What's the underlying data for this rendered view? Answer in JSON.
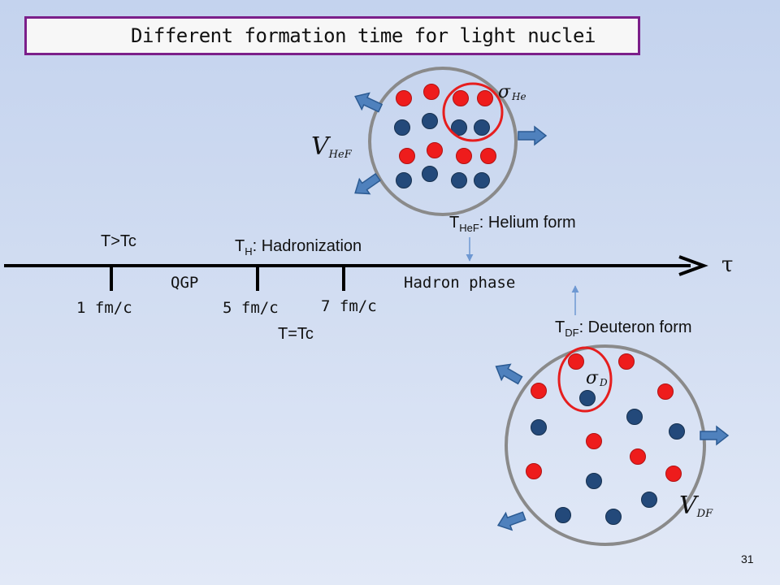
{
  "title": "Different formation time for light nuclei",
  "timeline": {
    "axis_symbol": "τ",
    "t_gt_tc": "T>Tc",
    "t_h_main": "T",
    "t_h_sub": "H",
    "t_h_rest": ": Hadronization",
    "t_eq_tc": "T=Tc",
    "qgp": "QGP",
    "hadron_phase": "Hadron phase",
    "tick_1": "1 fm/c",
    "tick_5": "5 fm/c",
    "tick_7": "7 fm/c",
    "t_hef_main": "T",
    "t_hef_sub": "HeF",
    "t_hef_rest": ": Helium form",
    "t_df_main": "T",
    "t_df_sub": "DF",
    "t_df_rest": ": Deuteron form"
  },
  "helium_fireball": {
    "sigma_symbol": "σ",
    "sigma_sub": "He",
    "volume_symbol": "V",
    "volume_sub": "HeF"
  },
  "deuteron_fireball": {
    "sigma_symbol": "σ",
    "sigma_sub": "D",
    "volume_symbol": "V",
    "volume_sub": "DF"
  },
  "colors": {
    "proton": "#ee1c1c",
    "neutron": "#23497a",
    "arrow_fill": "#4f81bd",
    "arrow_stroke": "#2c5b93",
    "circle": "#8a8a8a",
    "highlight_ring": "#e61e1e",
    "title_border": "#7b1f8a"
  },
  "page_number": "31"
}
